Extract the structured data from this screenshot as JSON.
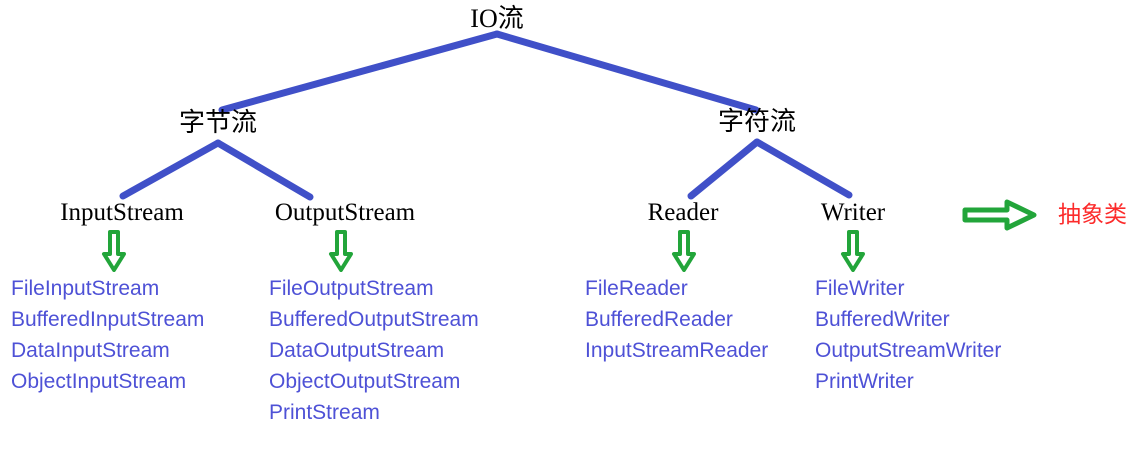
{
  "diagram": {
    "title": "IO流",
    "line_color": "#4050c8",
    "abstract_color": "#000000",
    "concrete_color": "#4e51d6",
    "arrow_color": "#22a53a",
    "legend_text_color": "#fc2b2b",
    "root": {
      "label": "IO流"
    },
    "mid": [
      {
        "label": "字节流"
      },
      {
        "label": "字符流"
      }
    ],
    "abstract_classes": [
      {
        "label": "InputStream"
      },
      {
        "label": "OutputStream"
      },
      {
        "label": "Reader"
      },
      {
        "label": "Writer"
      }
    ],
    "concrete_groups": [
      {
        "parent": "InputStream",
        "items": [
          "FileInputStream",
          "BufferedInputStream",
          "DataInputStream",
          "ObjectInputStream"
        ]
      },
      {
        "parent": "OutputStream",
        "items": [
          "FileOutputStream",
          "BufferedOutputStream",
          "DataOutputStream",
          "ObjectOutputStream",
          "PrintStream"
        ]
      },
      {
        "parent": "Reader",
        "items": [
          "FileReader",
          "BufferedReader",
          "InputStreamReader"
        ]
      },
      {
        "parent": "Writer",
        "items": [
          "FileWriter",
          "BufferedWriter",
          "OutputStreamWriter",
          "PrintWriter"
        ]
      }
    ],
    "legend": {
      "icon": "right-arrow-icon",
      "label": "抽象类"
    }
  }
}
